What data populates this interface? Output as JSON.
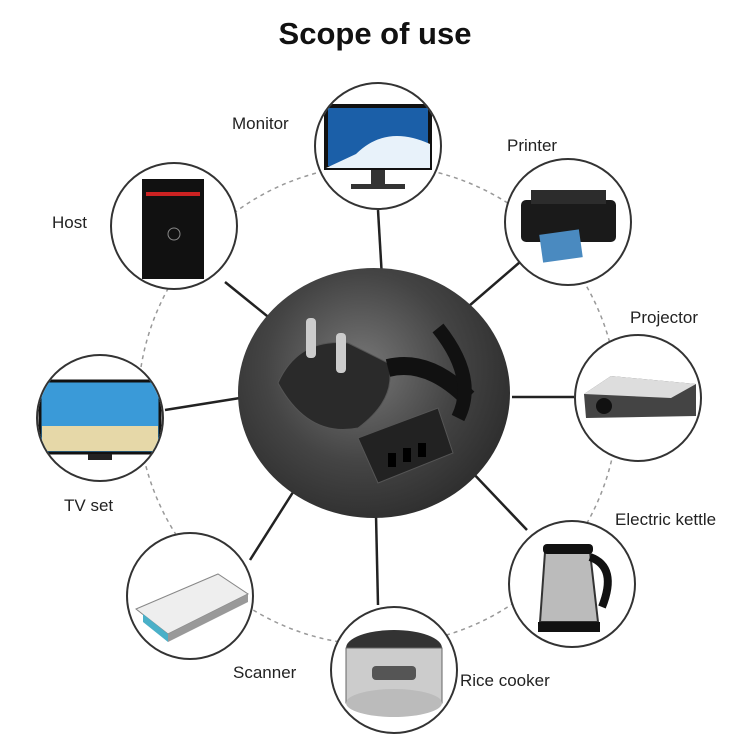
{
  "title": "Scope of use",
  "center": {
    "icon": "eu-power-plug-cable-icon"
  },
  "devices": [
    {
      "label": "Monitor",
      "icon": "monitor-icon"
    },
    {
      "label": "Printer",
      "icon": "printer-icon"
    },
    {
      "label": "Projector",
      "icon": "projector-icon"
    },
    {
      "label": "Electric kettle",
      "icon": "kettle-icon"
    },
    {
      "label": "Rice cooker",
      "icon": "rice-cooker-icon"
    },
    {
      "label": "Scanner",
      "icon": "scanner-icon"
    },
    {
      "label": "TV set",
      "icon": "tv-icon"
    },
    {
      "label": "Host",
      "icon": "computer-tower-icon"
    }
  ]
}
